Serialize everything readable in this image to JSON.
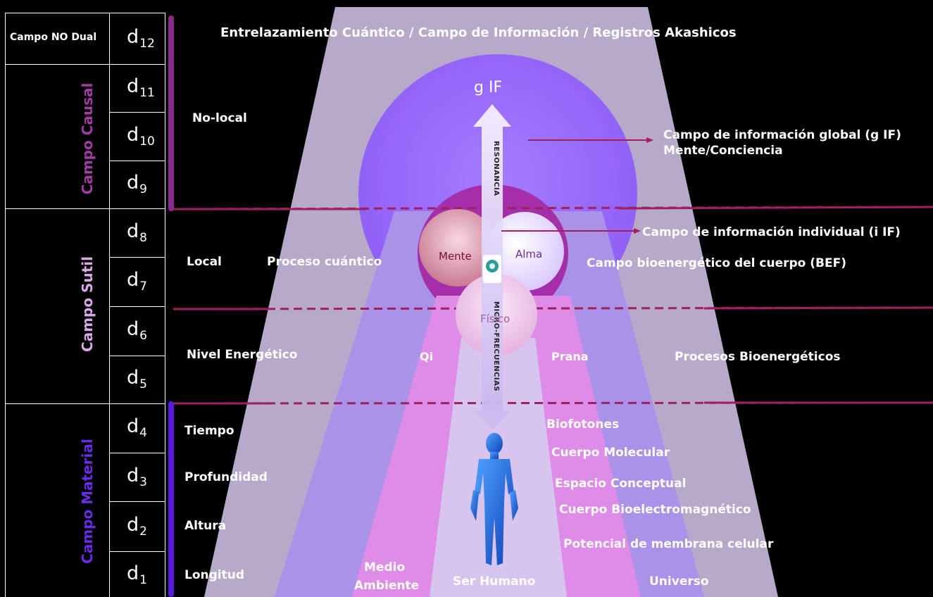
{
  "top_banner": "Entrelazamiento Cuántico / Campo de Información / Registros Akashicos",
  "dimensions": [
    "d12",
    "d11",
    "d10",
    "d9",
    "d8",
    "d7",
    "d6",
    "d5",
    "d4",
    "d3",
    "d2",
    "d1"
  ],
  "dimension_labels": [
    {
      "d": "d",
      "s": "12"
    },
    {
      "d": "d",
      "s": "11"
    },
    {
      "d": "d",
      "s": "10"
    },
    {
      "d": "d",
      "s": "9"
    },
    {
      "d": "d",
      "s": "8"
    },
    {
      "d": "d",
      "s": "7"
    },
    {
      "d": "d",
      "s": "6"
    },
    {
      "d": "d",
      "s": "5"
    },
    {
      "d": "d",
      "s": "4"
    },
    {
      "d": "d",
      "s": "3"
    },
    {
      "d": "d",
      "s": "2"
    },
    {
      "d": "d",
      "s": "1"
    }
  ],
  "fields": {
    "no_dual": "Campo NO Dual",
    "causal": "Campo Causal",
    "sutil": "Campo Sutil",
    "material": "Campo Material"
  },
  "colors": {
    "causal": "#a33aa8",
    "sutil": "#d9a6e6",
    "material": "#6a2be8",
    "outer_beam": "#b7a9c9",
    "global_circle": "#9a6cff",
    "inner_purple": "#b035b8",
    "dashed_line": "#a0205f"
  },
  "left_labels": {
    "no_local": "No-local",
    "local": "Local",
    "proceso_cuantico": "Proceso cuántico",
    "nivel_energetico": "Nivel Energético",
    "tiempo": "Tiempo",
    "profundidad": "Profundidad",
    "altura": "Altura",
    "longitud": "Longitud"
  },
  "center": {
    "g_if": "g IF",
    "resonancia": "RESONANCIA",
    "micro_frecuencias": "MICRO-FRECUENCIAS",
    "mente": "Mente",
    "alma": "Alma",
    "fisico": "Físico",
    "qi": "Qi",
    "prana": "Prana",
    "medio_ambiente_1": "Medio",
    "medio_ambiente_2": "Ambiente",
    "ser_humano": "Ser Humano",
    "universo": "Universo"
  },
  "right_labels": {
    "global_1": "Campo de información global (g IF)",
    "global_2": "Mente/Conciencia",
    "individual": "Campo de información individual (i IF)",
    "bef": "Campo bioenergético del cuerpo (BEF)",
    "bioenergeticos": "Procesos Bioenergéticos",
    "biofotones": "Biofotones",
    "cuerpo_molecular": "Cuerpo Molecular",
    "espacio_conceptual": "Espacio Conceptual",
    "bioelectromagnetico": "Cuerpo Bioelectromagnético",
    "potencial": "Potencial de membrana celular"
  }
}
